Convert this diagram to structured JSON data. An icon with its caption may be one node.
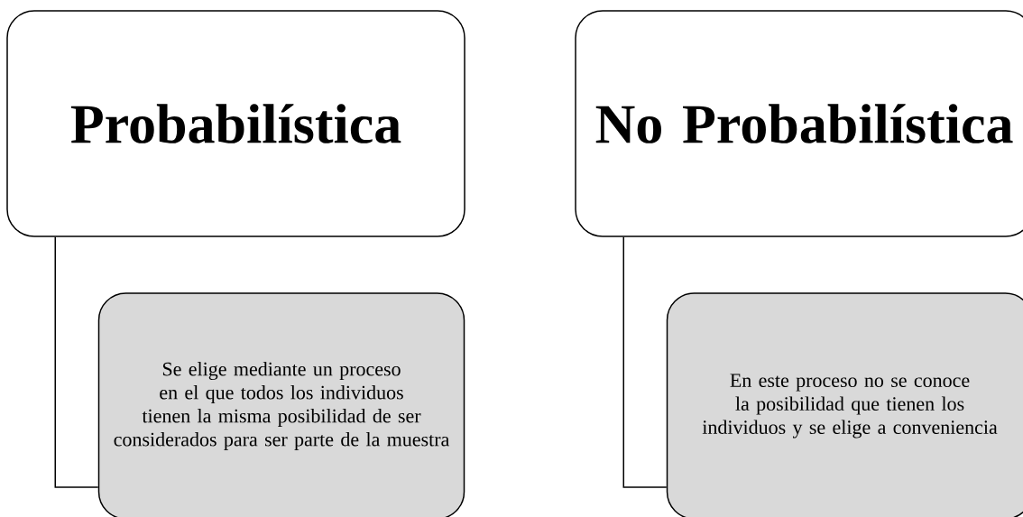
{
  "diagram": {
    "nodes": [
      {
        "text": [
          "Probabilística"
        ]
      },
      {
        "text": [
          "Se elige mediante un proceso en el que todos los individuos tienen la misma posibilidad de ser considerados para ser parte de la muestra"
        ]
      },
      {
        "text": [
          "No Probabilística"
        ]
      },
      {
        "text": [
          "En este proceso no se conoce la posibilidad que tienen los individuos y se elige a conveniencia"
        ]
      }
    ],
    "edges": [
      {
        "from": 0,
        "to": 1,
        "arrow": "none"
      },
      {
        "from": 2,
        "to": 3,
        "arrow": "none"
      }
    ]
  }
}
